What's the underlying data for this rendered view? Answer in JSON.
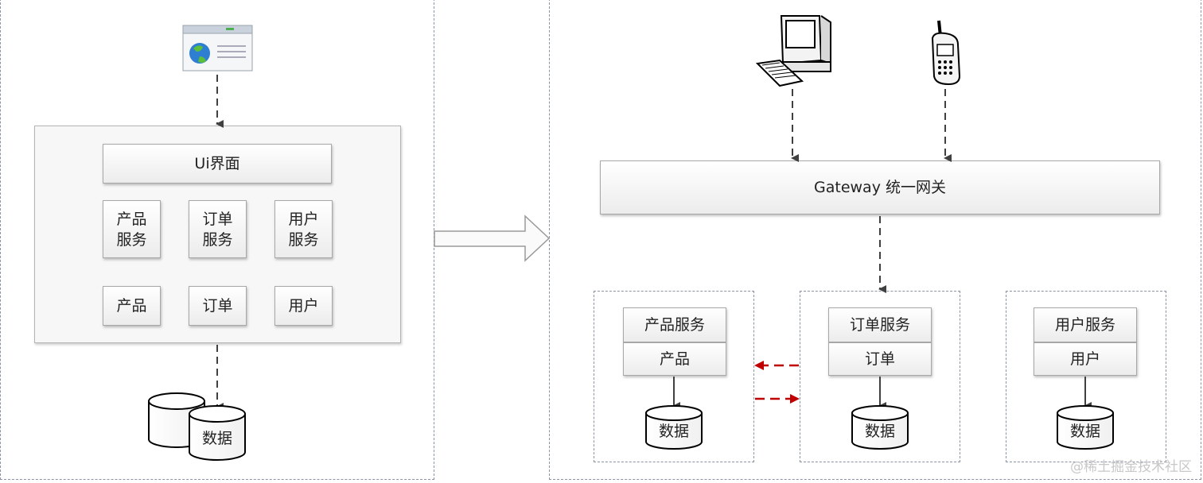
{
  "left": {
    "ui_label": "Ui界面",
    "services": [
      "产品\n服务",
      "订单\n服务",
      "用户\n服务"
    ],
    "modules": [
      "产品",
      "订单",
      "用户"
    ],
    "db_label": "数据"
  },
  "right": {
    "gateway_label": "Gateway 统一网关",
    "groups": [
      {
        "service": "产品服务",
        "module": "产品",
        "db": "数据"
      },
      {
        "service": "订单服务",
        "module": "订单",
        "db": "数据"
      },
      {
        "service": "用户服务",
        "module": "用户",
        "db": "数据"
      }
    ]
  },
  "colors": {
    "frame": "#8a93a8",
    "arrow": "#404040",
    "red_arrow": "#c00000"
  },
  "watermark": "@稀土掘金技术社区"
}
